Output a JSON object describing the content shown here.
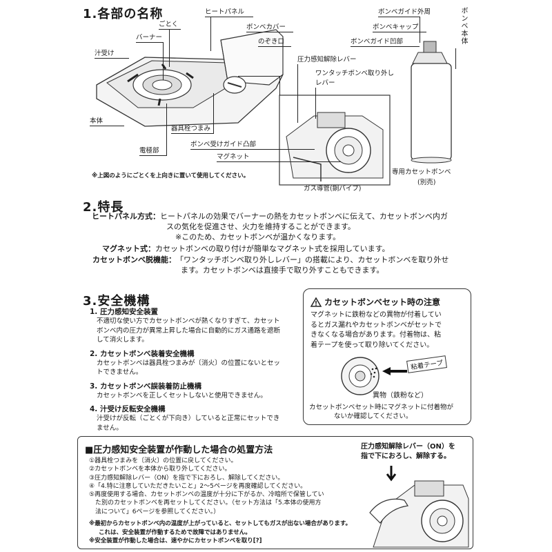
{
  "section1": {
    "title": "1.各部の名称",
    "labels": {
      "heat_panel": "ヒートパネル",
      "gotoku": "ごとく",
      "burner": "バーナー",
      "drip_tray": "汁受け",
      "body": "本体",
      "cylinder_cover": "ボンベカバー",
      "peephole": "のぞき口",
      "pressure_lever": "圧力感知解除レバー",
      "onetouch_lever_1": "ワンタッチボンベ取り外し",
      "onetouch_lever_2": "レバー",
      "valve_knob": "器具栓つまみ",
      "electrode": "電極部",
      "guide_convex": "ボンベ受けガイド凸部",
      "magnet": "マグネット",
      "gas_pipe": "ガス導管(銅パイプ)",
      "guide_outer": "ボンベガイド外周",
      "cylinder_cap": "ボンベキャップ",
      "guide_concave": "ボンベガイド凹部",
      "cylinder_body": "ボンベ本体",
      "cassette_1": "専用カセットボンベ",
      "cassette_2": "(別売)"
    },
    "note": "※上図のようにごとくを上向きに置いて使用してください。"
  },
  "section2": {
    "title": "2.特長",
    "rows": [
      {
        "key": "ヒートパネル方式：",
        "lines": [
          "ヒートパネルの効果でバーナーの熱をカセットボンベに伝えて、カセットボンベ内ガ",
          "スの気化を促進させ、火力を維持することができます。",
          "※このため、カセットボンベが温かくなります。"
        ]
      },
      {
        "key": "マグネット式：",
        "lines": [
          "カセットボンベの取り付けが簡単なマグネット式を採用しています。"
        ]
      },
      {
        "key": "カセットボンベ脱機能：",
        "lines": [
          "「ワンタッチボンベ取り外しレバー」の搭載により、カセットボンベを取り外せ",
          "ます。カセットボンベは直接手で取り外すこともできます。"
        ]
      }
    ]
  },
  "section3": {
    "title": "3.安全機構",
    "items": [
      {
        "title": "1. 圧力感知安全装置",
        "lines": [
          "不適切な使い方でカセットボンベが熱くなりすぎて、カセット",
          "ボンベ内の圧力が異常上昇した場合に自動的にガス通路を遮断",
          "して消火します。"
        ]
      },
      {
        "title": "2. カセットボンベ装着安全機構",
        "lines": [
          "カセットボンベは器具栓つまみが〔消火〕の位置にないとセッ",
          "トできません。"
        ]
      },
      {
        "title": "3. カセットボンベ誤装着防止機構",
        "lines": [
          "カセットボンベを正しくセットしないと使用できません。"
        ]
      },
      {
        "title": "4. 汁受け反転安全機構",
        "lines": [
          "汁受けが反転（ごとくが下向き）していると正常にセットでき",
          "ません。"
        ]
      }
    ]
  },
  "caution": {
    "title": "カセットボンベセット時の注意",
    "lines": [
      "マグネットに鉄粉などの異物が付着してい",
      "るとガス漏れやカセットボンベがセットで",
      "きなくなる場合があります。付着物は、粘",
      "着テープを使って取り除いてください。"
    ],
    "tape_label": "粘着テープ",
    "foreign_label": "異物（鉄粉など）",
    "check_lines": [
      "カセットボンベセット時にマグネットに付着物が",
      "ないか確認してください。"
    ]
  },
  "procedure": {
    "title": "■圧力感知安全装置が作動した場合の処置方法",
    "steps": [
      "①器具栓つまみを〔消火〕の位置に戻してください。",
      "②カセットボンベを本体から取り外してください。",
      "③圧力感知解除レバー（ON）を指で下におろし、解除してください。",
      "④「4.特に注意していただきたいこと」2～5ページを再度確認してください。",
      "⑤再度使用する場合、カセットボンベの温度が十分に下がるか、冷暗所で保管してい",
      "た別のカセットボンベを再セットしてください。（セット方法は「5.本体の使用方",
      "法について」6ページを参照してください。）"
    ],
    "footnotes": [
      "※最初からカセットボンベ内の温度が上がっていると、セットしてもガスが出ない場合があります。",
      "これは、安全装置が作動するためで故障ではありません。",
      "※安全装置が作動した場合は、速やかにカセットボンベを取り[?]"
    ],
    "lever_label_1": "圧力感知解除レバー（ON）を",
    "lever_label_2": "指で下におろし、解除する。"
  }
}
